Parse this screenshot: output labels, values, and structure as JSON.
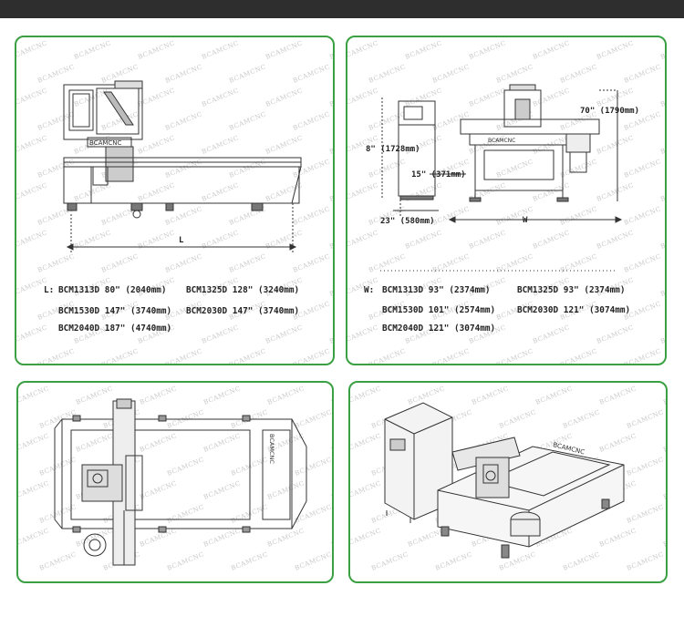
{
  "watermark": "BCAMCNC",
  "brand_plate": "BCAMCNC",
  "panel_side": {
    "dim_label": "L",
    "spec_prefix": "L:",
    "specs": [
      [
        "BCM1313D 80\" (2040mm)",
        "BCM1325D 128\" (3240mm)"
      ],
      [
        "BCM1530D 147\" (3740mm)",
        "BCM2030D 147\" (3740mm)"
      ],
      [
        "BCM2040D 187\" (4740mm)"
      ]
    ]
  },
  "panel_front": {
    "dim_height_right": "70\" (1790mm)",
    "dim_height_left": "8\" (1728mm)",
    "dim_inner": "15\" (371mm)",
    "dim_cabinet": "23\" (580mm)",
    "dim_label": "W",
    "spec_prefix": "W:",
    "specs": [
      [
        "BCM1313D 93\" (2374mm)",
        "BCM1325D 93\" (2374mm)"
      ],
      [
        "BCM1530D 101\" (2574mm)",
        "BCM2030D 121\" (3074mm)"
      ],
      [
        "BCM2040D 121\" (3074mm)"
      ]
    ]
  }
}
